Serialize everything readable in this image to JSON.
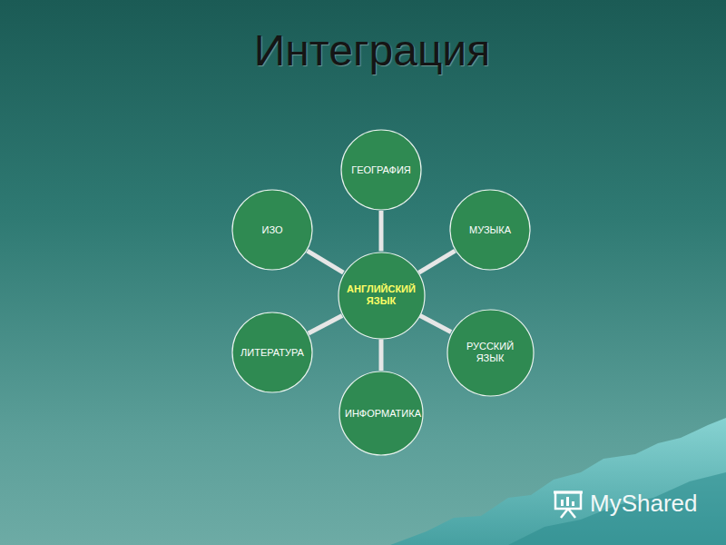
{
  "diagram": {
    "title": "Интеграция",
    "nodes": [
      {
        "text": [
          "АНГЛИЙСКИЙ ЯЗЫК"
        ]
      },
      {
        "text": [
          "ГЕОГРАФИЯ"
        ]
      },
      {
        "text": [
          "МУЗЫКА"
        ]
      },
      {
        "text": [
          "РУССКИЙ ЯЗЫК"
        ]
      },
      {
        "text": [
          "ИНФОРМАТИКА"
        ]
      },
      {
        "text": [
          "ЛИТЕРАТУРА"
        ]
      },
      {
        "text": [
          "ИЗО"
        ]
      }
    ],
    "edges": [
      {
        "from": 0,
        "to": 1,
        "arrow": "none"
      },
      {
        "from": 0,
        "to": 2,
        "arrow": "none"
      },
      {
        "from": 0,
        "to": 3,
        "arrow": "none"
      },
      {
        "from": 0,
        "to": 4,
        "arrow": "none"
      },
      {
        "from": 0,
        "to": 5,
        "arrow": "none"
      },
      {
        "from": 0,
        "to": 6,
        "arrow": "none"
      }
    ],
    "labels": [
      "MyShared"
    ]
  }
}
